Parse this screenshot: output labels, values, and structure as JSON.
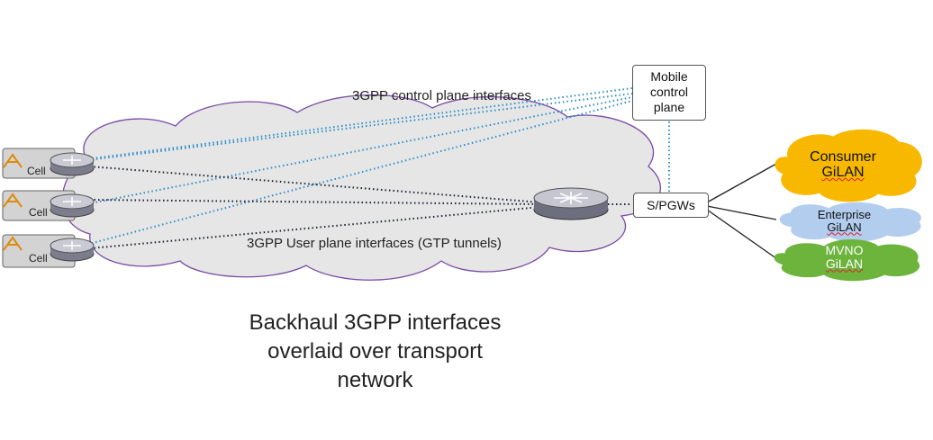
{
  "labels": {
    "control_plane": "3GPP control plane interfaces",
    "user_plane": "3GPP User plane interfaces (GTP tunnels)",
    "caption_line1": "Backhaul 3GPP interfaces",
    "caption_line2": "overlaid over transport",
    "caption_line3": "network"
  },
  "mobile_control": {
    "line1": "Mobile",
    "line2": "control",
    "line3": "plane"
  },
  "gateway": {
    "label": "S/PGWs"
  },
  "cells": [
    {
      "label": "Cell"
    },
    {
      "label": "Cell"
    },
    {
      "label": "Cell"
    }
  ],
  "gilans": {
    "consumer": {
      "line1": "Consumer",
      "line2": "GiLAN",
      "color": "#f8b800"
    },
    "enterprise": {
      "line1": "Enterprise",
      "line2": "GiLAN",
      "color": "#b3cdef"
    },
    "mvno": {
      "line1": "MVNO",
      "line2": "GiLAN",
      "color": "#6cb43c"
    }
  },
  "colors": {
    "cloud_fill": "#e6e6e6",
    "cloud_stroke": "#7a4aa5",
    "control_line": "#2a8ec9",
    "user_line": "#1b2138"
  }
}
